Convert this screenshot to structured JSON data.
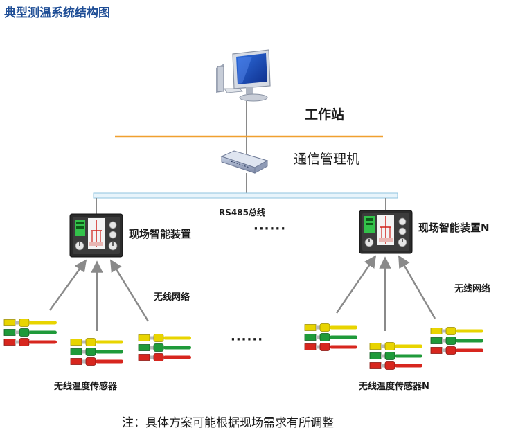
{
  "title": "典型测温系统结构图",
  "workstation": {
    "label": "工作站"
  },
  "comm_manager": {
    "label": "通信管理机"
  },
  "bus": {
    "label": "RS485总线"
  },
  "ellipsis_top": "······",
  "ellipsis_bottom": "······",
  "devices": [
    {
      "label": "现场智能装置"
    },
    {
      "label": "现场智能装置N"
    }
  ],
  "wireless": [
    {
      "label": "无线网络"
    },
    {
      "label": "无线网络"
    }
  ],
  "sensor_groups": [
    {
      "label": "无线温度传感器"
    },
    {
      "label": "无线温度传感器N"
    }
  ],
  "note": "注：具体方案可能根据现场需求有所调整",
  "colors": {
    "title": "#1f4e96",
    "divider": "#f0a030",
    "bus_fill": "#e8f4fb",
    "bus_border": "#8fc3df",
    "connector": "#8a8a8a",
    "sensor_yellow": "#e8d400",
    "sensor_green": "#1f9a3a",
    "sensor_red": "#d7261e"
  }
}
